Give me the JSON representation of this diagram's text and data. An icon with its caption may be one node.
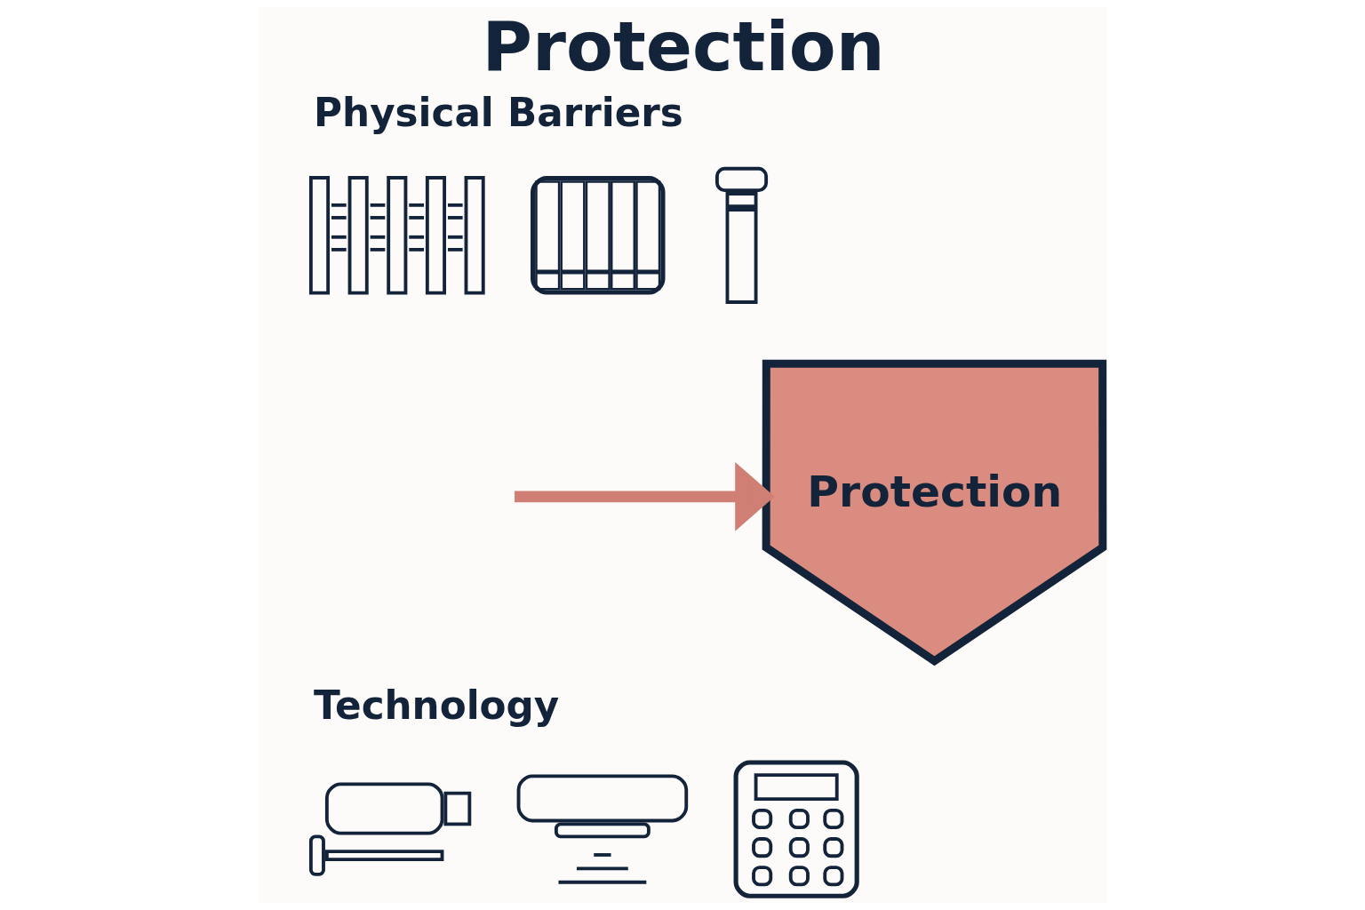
{
  "diagram": {
    "title": "Protection",
    "nodes": [
      {
        "text": [],
        "shape": "picture"
      },
      {
        "text": [],
        "shape": "picture"
      },
      {
        "text": [],
        "shape": "picture"
      },
      {
        "text": [],
        "shape": "picture"
      },
      {
        "text": [],
        "shape": "picture"
      },
      {
        "text": [],
        "shape": "picture"
      },
      {
        "text": [
          "Protection"
        ]
      }
    ],
    "edges": [
      {
        "from": null,
        "to": 6,
        "arrow": "to"
      }
    ],
    "labels": [
      "Physical Barriers",
      "Technology"
    ]
  }
}
